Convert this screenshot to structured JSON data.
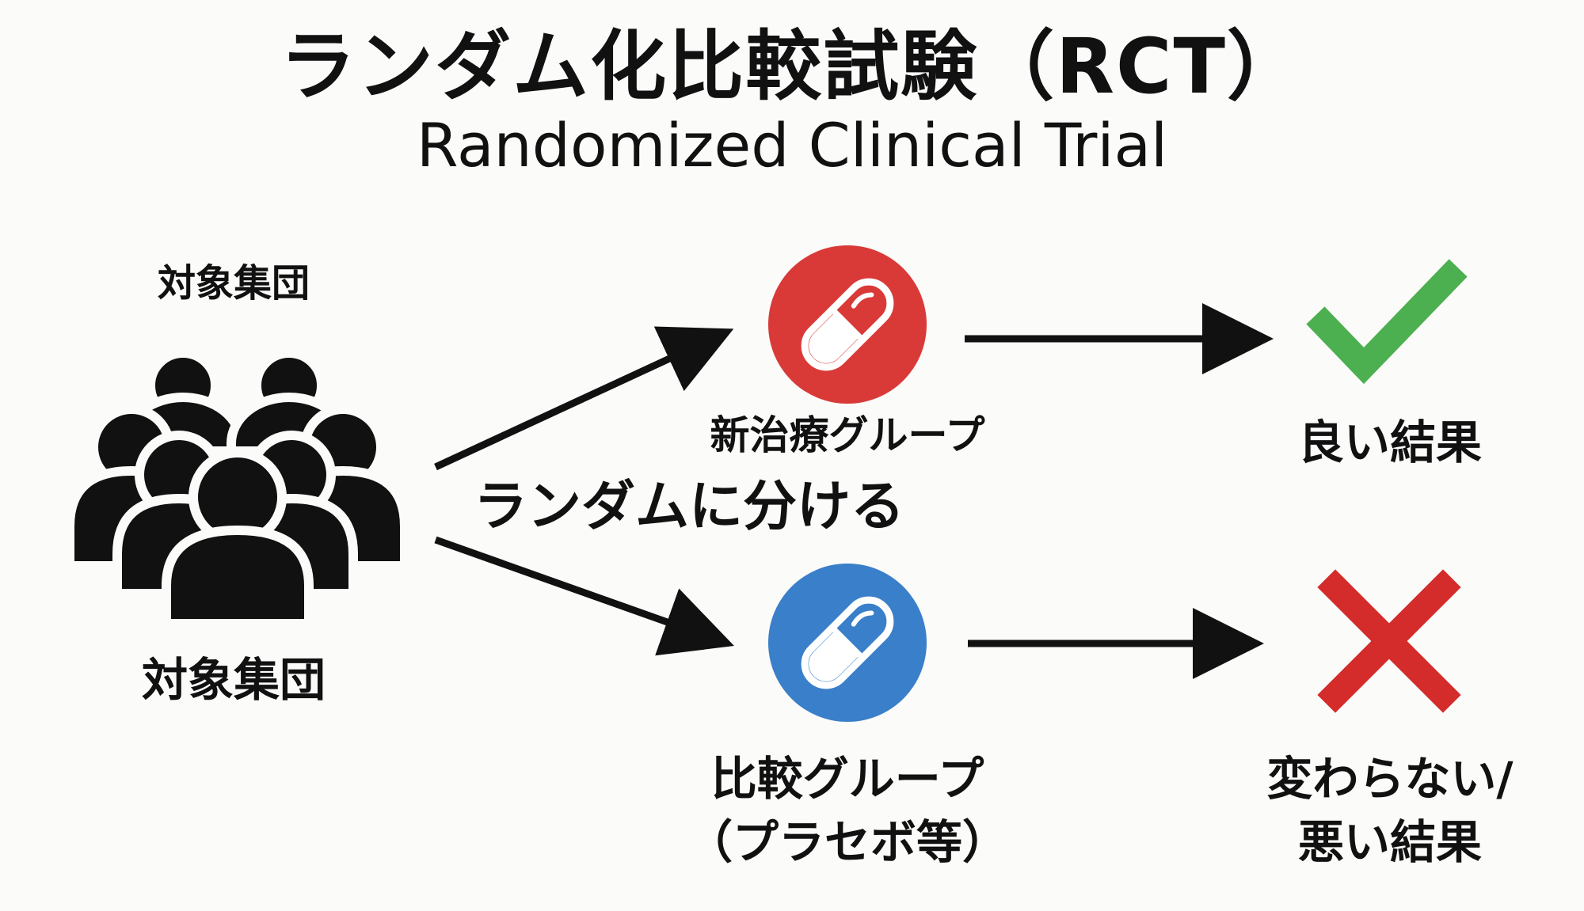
{
  "title": {
    "japanese": "ランダム化比較試験（RCT）",
    "english": "Randomized Clinical Trial"
  },
  "population": {
    "label_top": "対象集団",
    "label_bottom": "対象集団",
    "icon": "group-of-people-icon"
  },
  "randomization": {
    "label": "ランダムに分ける"
  },
  "treatment_group": {
    "label": "新治療グループ",
    "icon": "capsule-icon",
    "color": "#d93a37",
    "outcome": {
      "label": "良い結果",
      "icon": "check-mark-icon",
      "color": "#4caf50"
    }
  },
  "comparison_group": {
    "label_line1": "比較グループ",
    "label_line2": "（プラセボ等）",
    "icon": "capsule-icon",
    "color": "#3a7fc9",
    "outcome": {
      "label_line1": "変わらない/",
      "label_line2": "悪い結果",
      "icon": "cross-mark-icon",
      "color": "#d42b2b"
    }
  }
}
